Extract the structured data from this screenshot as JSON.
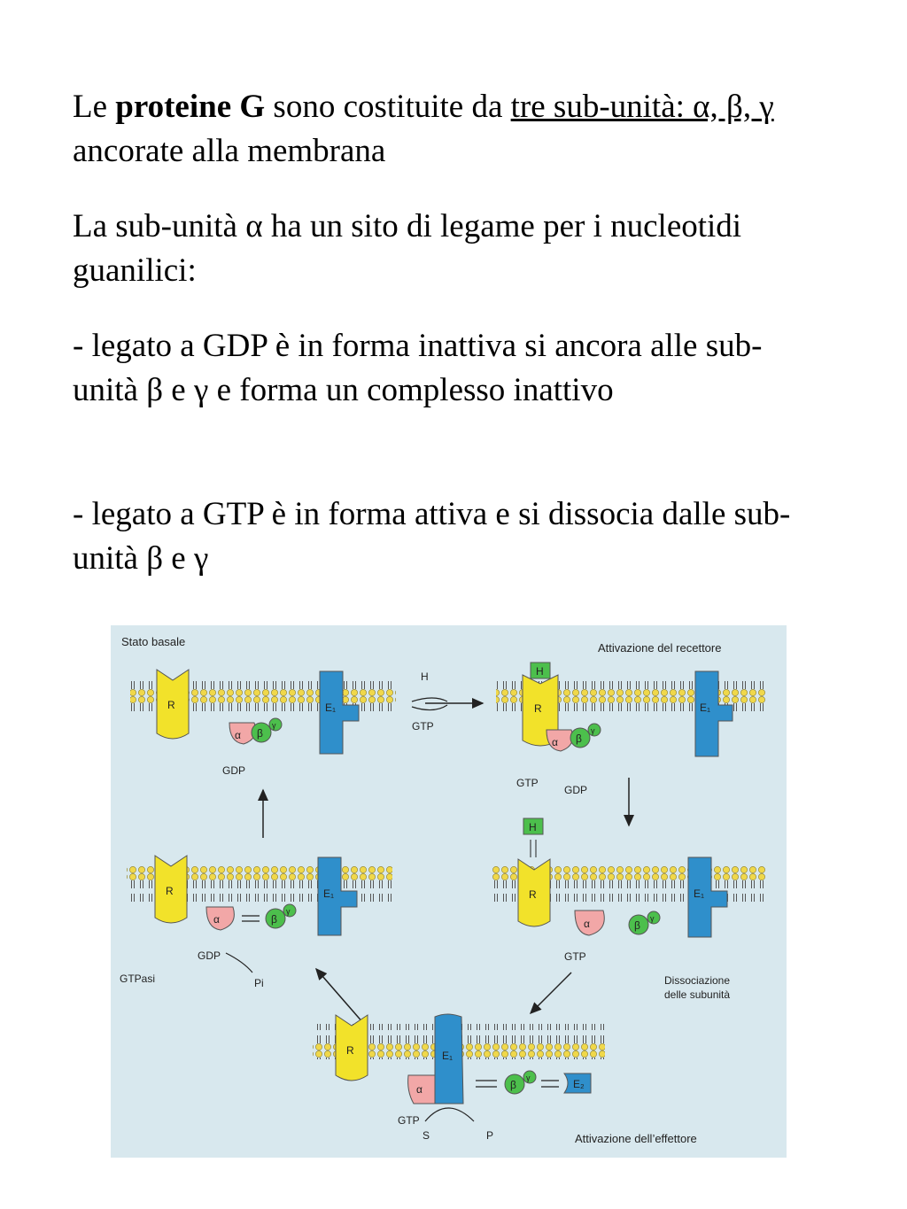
{
  "paragraphs": {
    "p1": {
      "le": "Le ",
      "bold": "proteine G",
      "mid": " sono costituite da ",
      "underlined": "tre sub-unità: α, β, γ",
      "end": "  ancorate alla membrana"
    },
    "p2": "La sub-unità α ha un sito di legame per i nucleotidi guanilici:",
    "p3": "- legato a GDP è in forma inattiva si ancora alle sub-unità β e γ e forma un complesso inattivo",
    "p4": "- legato a GTP è in forma attiva e si dissocia dalle sub-unità β e γ"
  },
  "figure": {
    "labels": {
      "stato_basale": "Stato basale",
      "attivazione_recettore": "Attivazione del recettore",
      "dissociazione_line1": "Dissociazione",
      "dissociazione_line2": "delle subunità",
      "attivazione_effettore": "Attivazione dell’effettore",
      "gtpasi": "GTPasi",
      "h": "H",
      "gtp": "GTP",
      "gdp": "GDP",
      "pi": "Pi",
      "s": "S",
      "p": "P"
    },
    "protein_letters": {
      "receptor": "R",
      "effector1": "E₁",
      "effector2": "E₂",
      "alpha": "α",
      "beta": "β",
      "gamma": "γ"
    },
    "colors": {
      "background": "#d8e8ee",
      "receptor": "#f2e22a",
      "effector": "#2f8fcb",
      "alpha": "#f2a7a7",
      "beta": "#4cbf4c",
      "gamma": "#4cbf4c",
      "hormone": "#4cbf4c",
      "lipid_head": "#f0d84a"
    }
  }
}
